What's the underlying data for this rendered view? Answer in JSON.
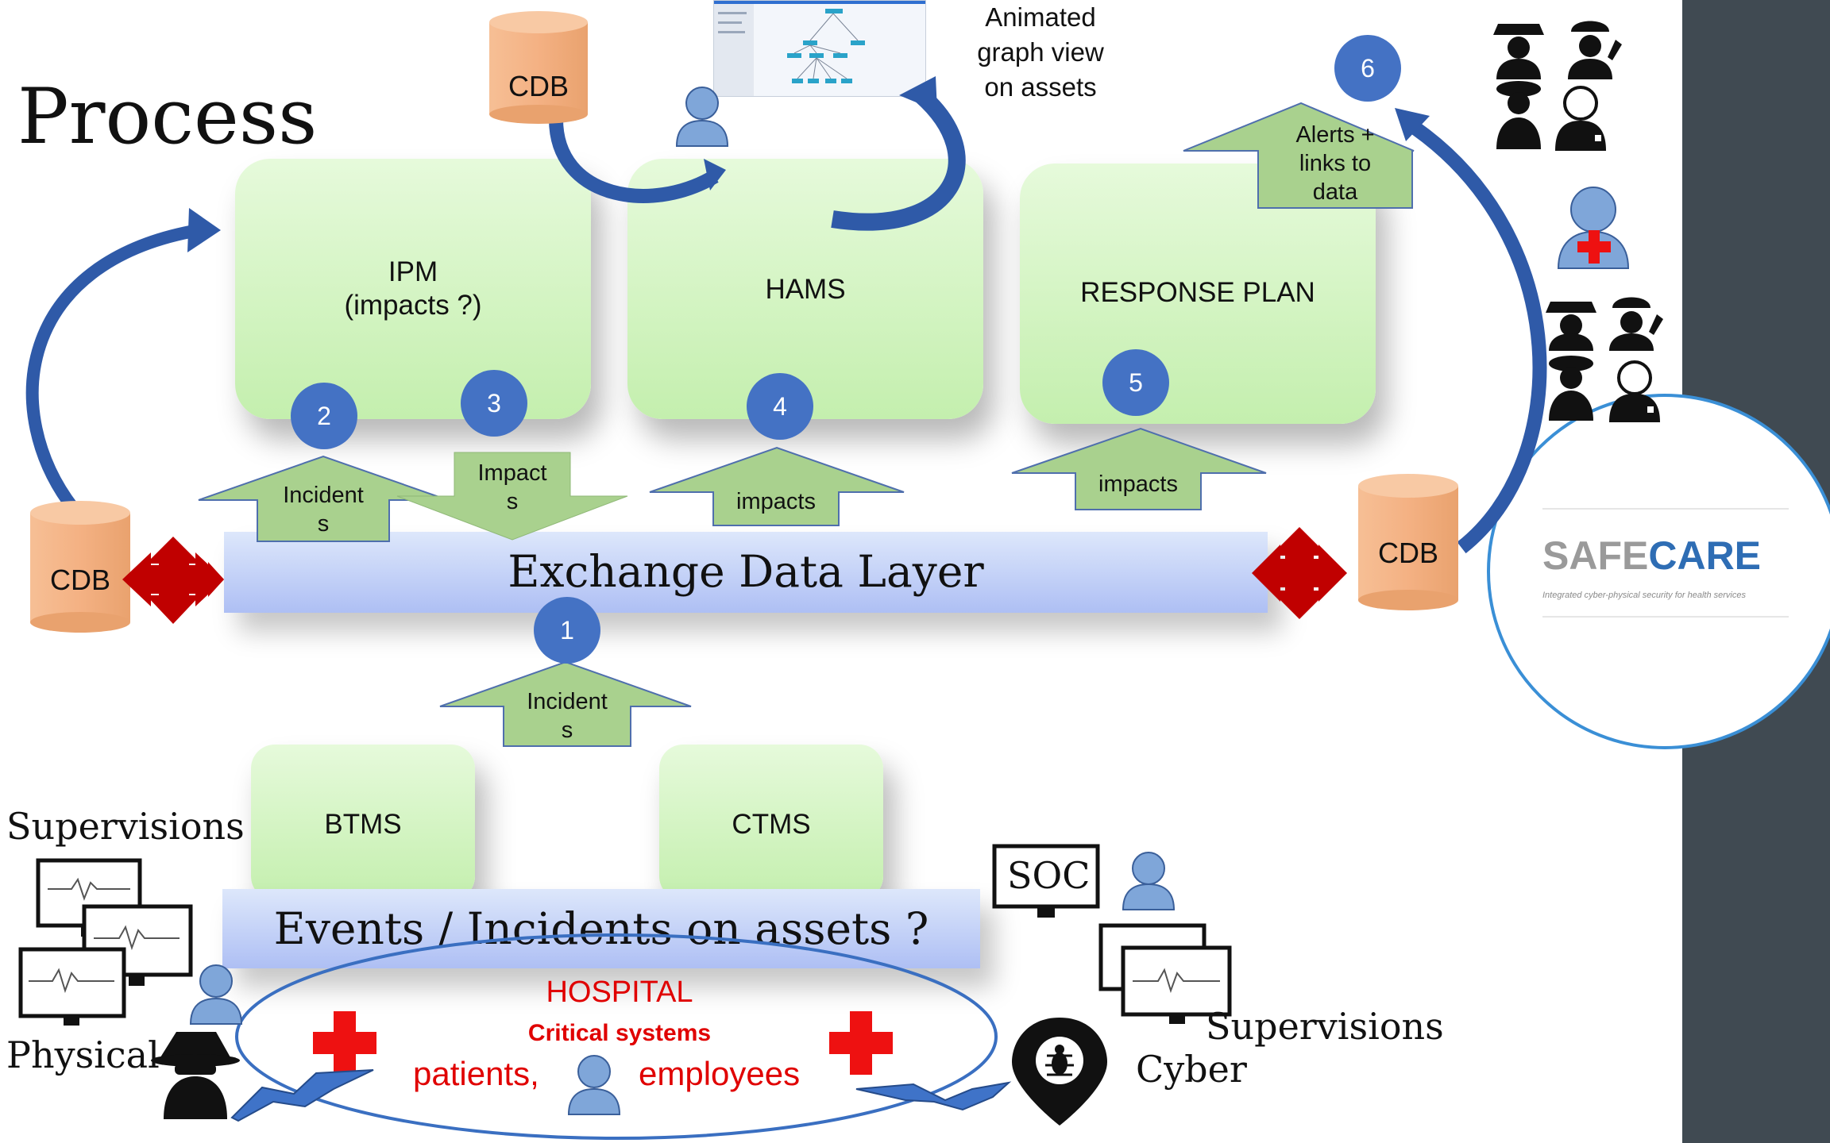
{
  "title": "Process",
  "modules": {
    "ipm": {
      "line1": "IPM",
      "line2": "(impacts ?)"
    },
    "hams": "HAMS",
    "response_plan": "RESPONSE PLAN",
    "btms": "BTMS",
    "ctms": "CTMS"
  },
  "layers": {
    "exchange": "Exchange Data Layer",
    "events": "Events / Incidents  on assets ?"
  },
  "arrows": {
    "incidents_up_left": {
      "line1": "Incident",
      "line2": "s"
    },
    "impacts_down": {
      "line1": "Impact",
      "line2": "s"
    },
    "impacts_hams": "impacts",
    "impacts_response": "impacts",
    "incidents_bottom": {
      "line1": "Incident",
      "line2": "s"
    },
    "alerts": {
      "line1": "Alerts +",
      "line2": "links to",
      "line3": "data"
    }
  },
  "steps": [
    "1",
    "2",
    "3",
    "4",
    "5",
    "6"
  ],
  "cdb_label": "CDB",
  "graph_view_caption": {
    "line1": "Animated",
    "line2": "graph view",
    "line3": "on assets"
  },
  "labels": {
    "supervisions_left": "Supervisions",
    "physical": "Physical",
    "soc": "SOC",
    "supervisions_right": "Supervisions",
    "cyber": "Cyber"
  },
  "hospital": {
    "title": "HOSPITAL",
    "critical": "Critical systems",
    "patients": "patients,",
    "employees": "employees"
  },
  "logo": {
    "part1": "SAFE",
    "part2": "CARE",
    "tagline": "Integrated cyber-physical security for health services"
  },
  "colors": {
    "module_green": "#c8efb4",
    "layer_blue": "#b7c7f5",
    "step_circle": "#4472c4",
    "cdb_orange": "#f4b183",
    "cross_red": "#c00000",
    "arc_blue": "#2f5aa8",
    "hospital_red": "#e00000",
    "sidebar": "#404a52",
    "logo_gray": "#9a9a9a",
    "logo_blue": "#2e6db4"
  },
  "icons": [
    "user-icon",
    "police-icon",
    "worker-icon",
    "doctor-icon",
    "nurse-icon",
    "hacker-icon",
    "bug-pin-icon",
    "monitor-icon",
    "medical-cross-icon",
    "lightning-icon"
  ]
}
